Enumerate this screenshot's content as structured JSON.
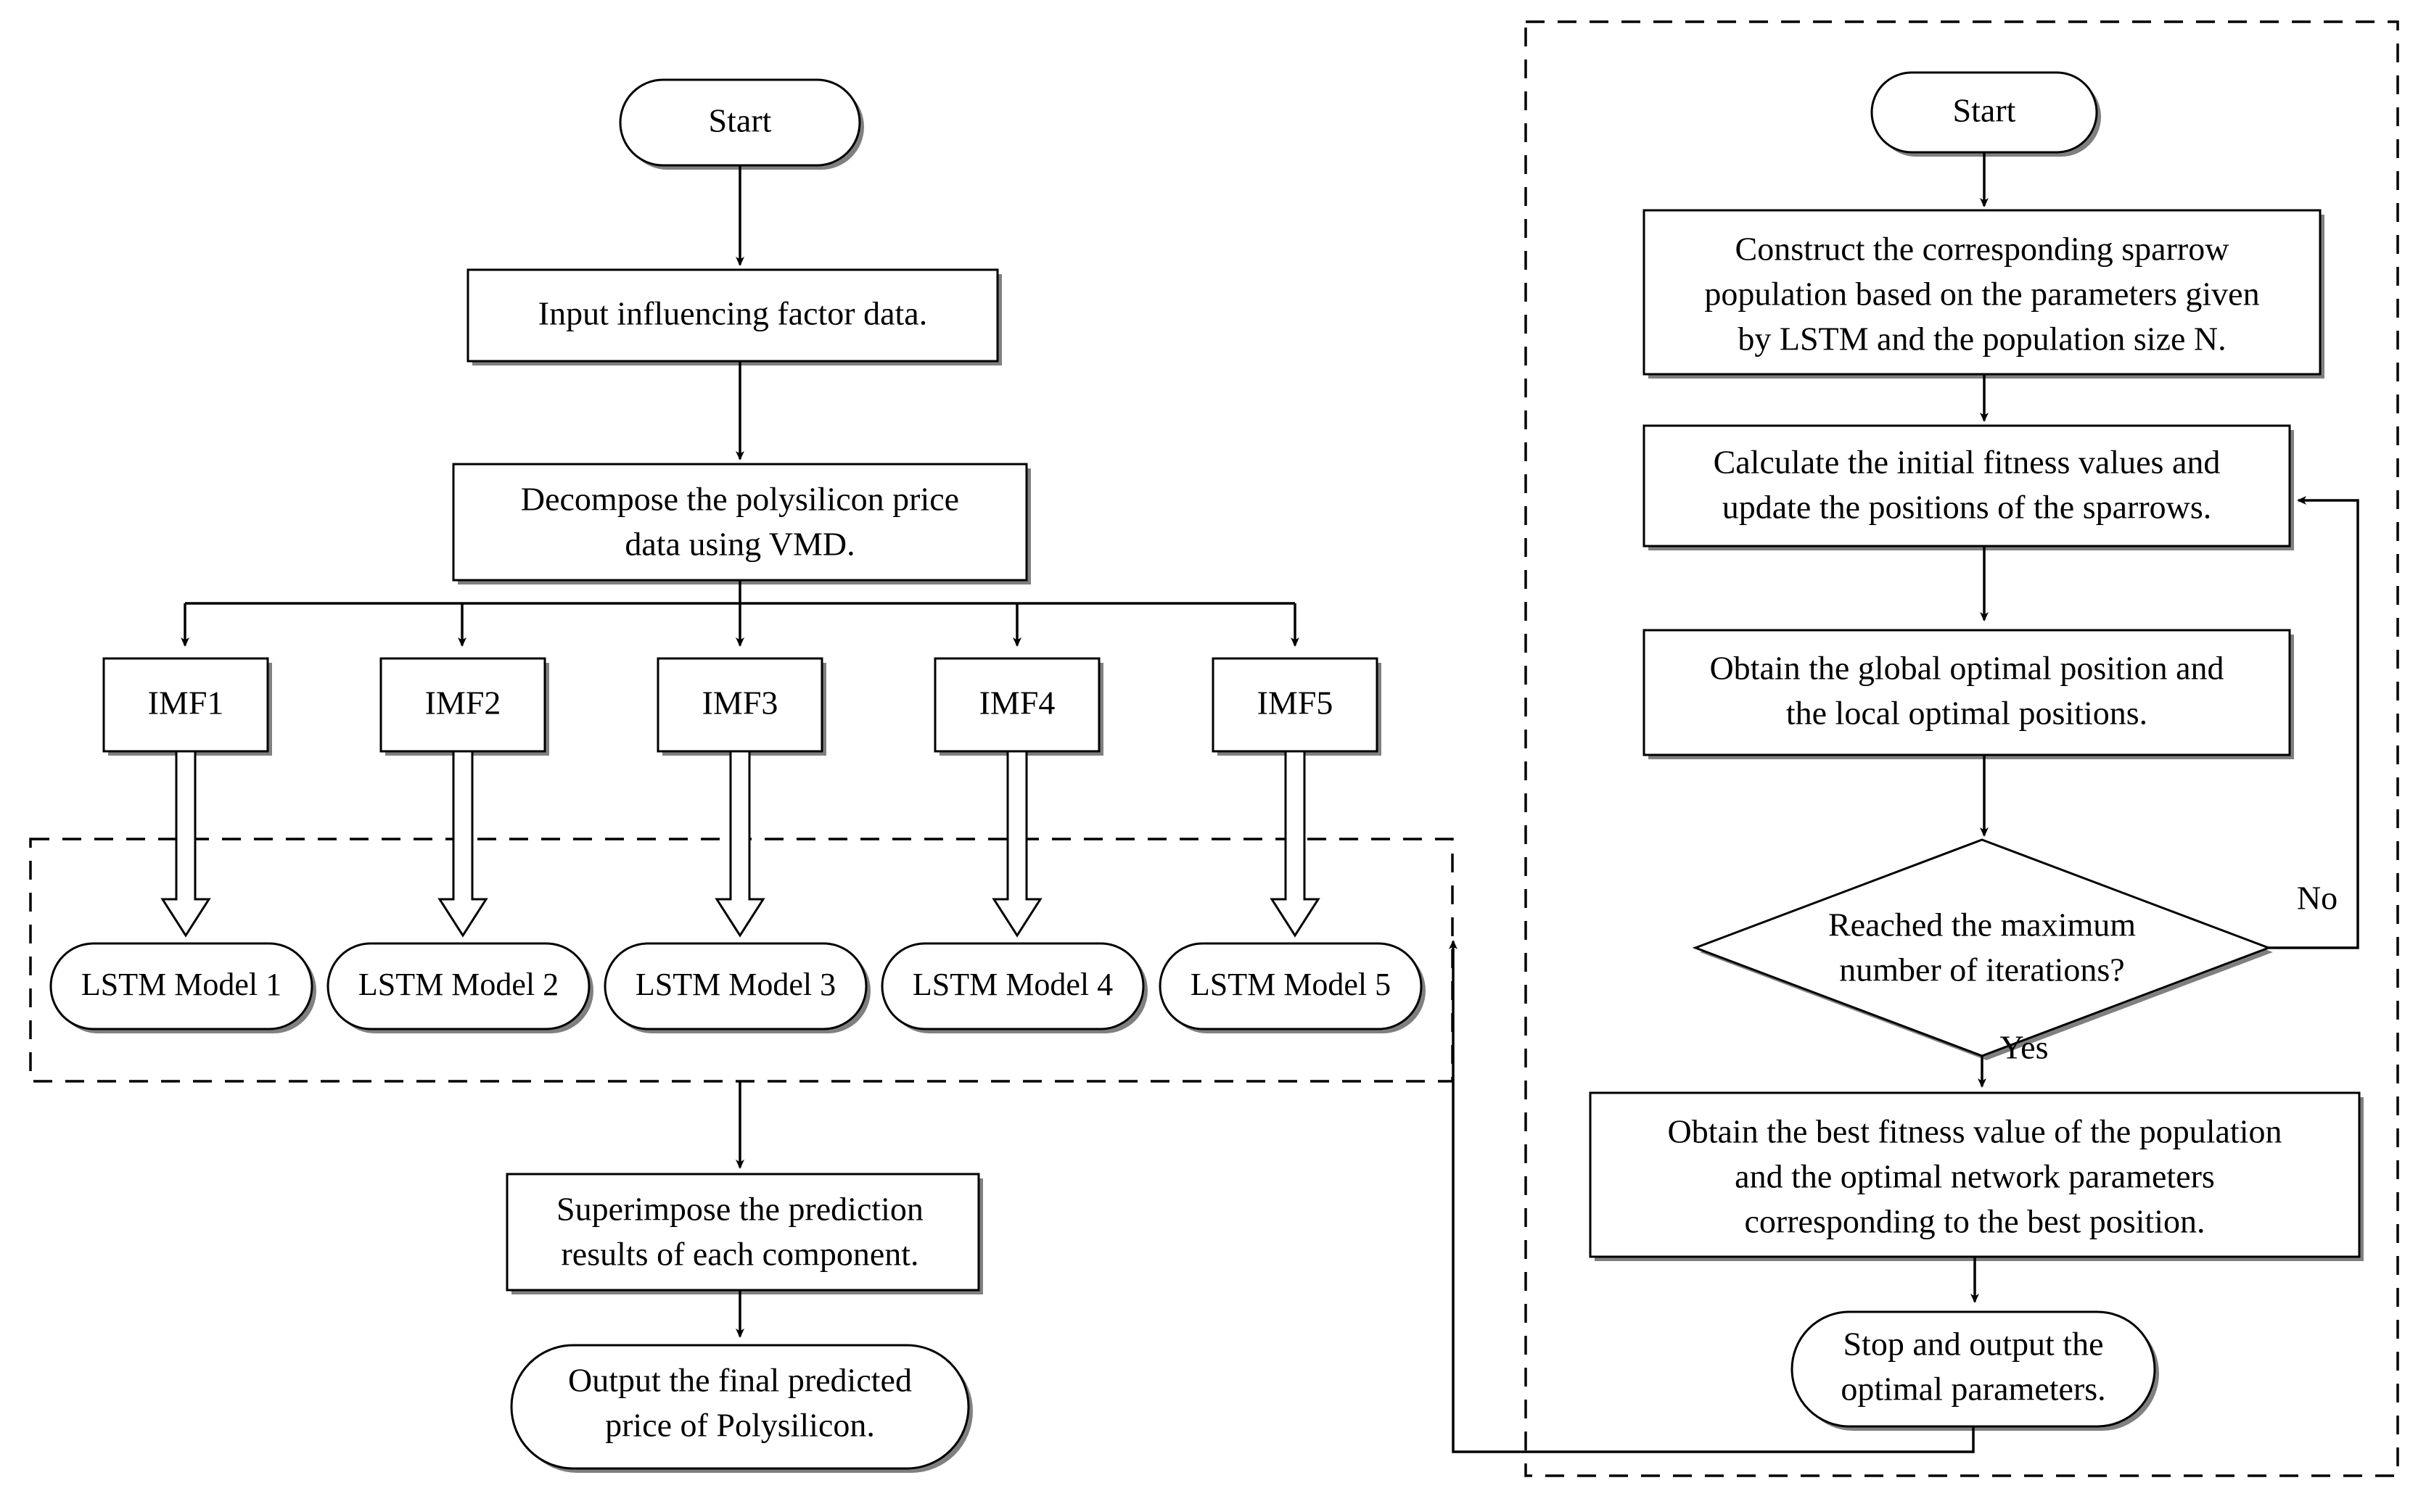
{
  "diagram": {
    "title": "VMD-LSTM polysilicon price prediction flowchart with SSA optimization subprocess",
    "left_flow": {
      "start": {
        "label": "Start"
      },
      "input": {
        "label": "Input influencing factor data."
      },
      "decompose": {
        "line1": "Decompose the polysilicon price",
        "line2": "data using VMD."
      },
      "imf_boxes": [
        {
          "label": "IMF1"
        },
        {
          "label": "IMF2"
        },
        {
          "label": "IMF3"
        },
        {
          "label": "IMF4"
        },
        {
          "label": "IMF5"
        }
      ],
      "lstm_models": [
        {
          "label": "LSTM Model 1"
        },
        {
          "label": "LSTM Model 2"
        },
        {
          "label": "LSTM Model 3"
        },
        {
          "label": "LSTM Model 4"
        },
        {
          "label": "LSTM Model 5"
        }
      ],
      "superimpose": {
        "line1": "Superimpose the prediction",
        "line2": "results of each component."
      },
      "output": {
        "line1": "Output the final predicted",
        "line2": "price of Polysilicon."
      }
    },
    "right_flow": {
      "start": {
        "label": "Start"
      },
      "construct": {
        "line1": "Construct the corresponding sparrow",
        "line2": "population based on the parameters given",
        "line3": "by LSTM and the population size N."
      },
      "calculate": {
        "line1": "Calculate the initial fitness values and",
        "line2": "update the positions of the sparrows."
      },
      "obtain_global": {
        "line1": "Obtain the global optimal position and",
        "line2": "the local optimal positions."
      },
      "decision": {
        "line1": "Reached the maximum",
        "line2": "number of iterations?",
        "label_no": "No",
        "label_yes": "Yes"
      },
      "obtain_best": {
        "line1": "Obtain the best fitness value of the population",
        "line2": "and the optimal network parameters",
        "line3": "corresponding to the best position."
      },
      "stop": {
        "line1": "Stop and output the",
        "line2": "optimal parameters."
      }
    },
    "colors": {
      "stroke": "#000000",
      "fill": "#ffffff",
      "shadow": "#808080",
      "dashed_group": "#000000"
    }
  }
}
